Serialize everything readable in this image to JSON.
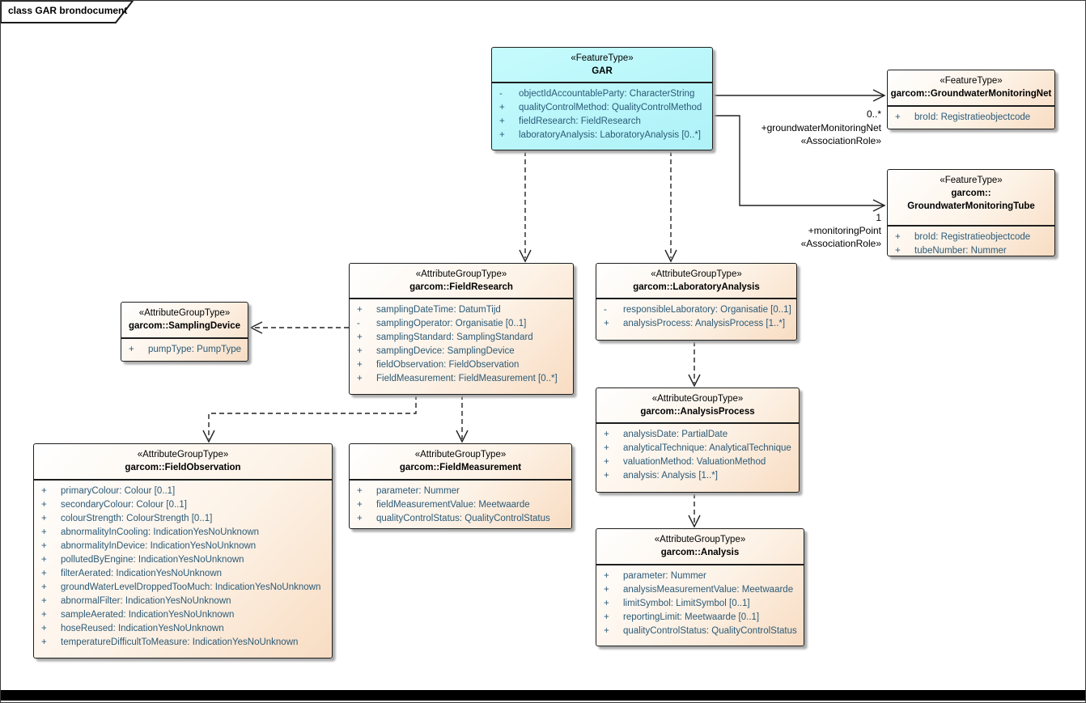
{
  "diagram": {
    "frame_title": "class GAR brondocument"
  },
  "colors": {
    "feature_type_header": "#b3f4f9",
    "attribute_group_fill": "#f8dcc2",
    "attribute_text": "#2b5a77"
  },
  "classes": {
    "gar": {
      "stereotype": "«FeatureType»",
      "name": "GAR",
      "attributes": [
        {
          "visibility": "-",
          "signature": "objectIdAccountableParty: CharacterString"
        },
        {
          "visibility": "+",
          "signature": "qualityControlMethod: QualityControlMethod"
        },
        {
          "visibility": "+",
          "signature": "fieldResearch: FieldResearch"
        },
        {
          "visibility": "+",
          "signature": "laboratoryAnalysis: LaboratoryAnalysis [0..*]"
        }
      ]
    },
    "net": {
      "stereotype": "«FeatureType»",
      "name": "garcom::GroundwaterMonitoringNet",
      "attributes": [
        {
          "visibility": "+",
          "signature": "broId: Registratieobjectcode"
        }
      ]
    },
    "tube": {
      "stereotype": "«FeatureType»",
      "name_line1": "garcom::",
      "name_line2": "GroundwaterMonitoringTube",
      "attributes": [
        {
          "visibility": "+",
          "signature": "broId: Registratieobjectcode"
        },
        {
          "visibility": "+",
          "signature": "tubeNumber: Nummer"
        }
      ]
    },
    "field_research": {
      "stereotype": "«AttributeGroupType»",
      "name": "garcom::FieldResearch",
      "attributes": [
        {
          "visibility": "+",
          "signature": "samplingDateTime: DatumTijd"
        },
        {
          "visibility": "-",
          "signature": "samplingOperator: Organisatie [0..1]"
        },
        {
          "visibility": "+",
          "signature": "samplingStandard: SamplingStandard"
        },
        {
          "visibility": "+",
          "signature": "samplingDevice: SamplingDevice"
        },
        {
          "visibility": "+",
          "signature": "fieldObservation: FieldObservation"
        },
        {
          "visibility": "+",
          "signature": "FieldMeasurement: FieldMeasurement [0..*]"
        }
      ]
    },
    "laboratory_analysis": {
      "stereotype": "«AttributeGroupType»",
      "name": "garcom::LaboratoryAnalysis",
      "attributes": [
        {
          "visibility": "-",
          "signature": "responsibleLaboratory: Organisatie [0..1]"
        },
        {
          "visibility": "+",
          "signature": "analysisProcess: AnalysisProcess [1..*]"
        }
      ]
    },
    "sampling_device": {
      "stereotype": "«AttributeGroupType»",
      "name": "garcom::SamplingDevice",
      "attributes": [
        {
          "visibility": "+",
          "signature": "pumpType: PumpType"
        }
      ]
    },
    "field_observation": {
      "stereotype": "«AttributeGroupType»",
      "name": "garcom::FieldObservation",
      "attributes": [
        {
          "visibility": "+",
          "signature": "primaryColour: Colour [0..1]"
        },
        {
          "visibility": "+",
          "signature": "secondaryColour: Colour [0..1]"
        },
        {
          "visibility": "+",
          "signature": "colourStrength: ColourStrength [0..1]"
        },
        {
          "visibility": "+",
          "signature": "abnormalityInCooling: IndicationYesNoUnknown"
        },
        {
          "visibility": "+",
          "signature": "abnormalityInDevice: IndicationYesNoUnknown"
        },
        {
          "visibility": "+",
          "signature": "pollutedByEngine: IndicationYesNoUnknown"
        },
        {
          "visibility": "+",
          "signature": "filterAerated: IndicationYesNoUnknown"
        },
        {
          "visibility": "+",
          "signature": "groundWaterLevelDroppedTooMuch: IndicationYesNoUnknown"
        },
        {
          "visibility": "+",
          "signature": "abnormalFilter: IndicationYesNoUnknown"
        },
        {
          "visibility": "+",
          "signature": "sampleAerated: IndicationYesNoUnknown"
        },
        {
          "visibility": "+",
          "signature": "hoseReused: IndicationYesNoUnknown"
        },
        {
          "visibility": "+",
          "signature": "temperatureDifficultToMeasure: IndicationYesNoUnknown"
        }
      ]
    },
    "field_measurement": {
      "stereotype": "«AttributeGroupType»",
      "name": "garcom::FieldMeasurement",
      "attributes": [
        {
          "visibility": "+",
          "signature": "parameter: Nummer"
        },
        {
          "visibility": "+",
          "signature": "fieldMeasurementValue: Meetwaarde"
        },
        {
          "visibility": "+",
          "signature": "qualityControlStatus: QualityControlStatus"
        }
      ]
    },
    "analysis_process": {
      "stereotype": "«AttributeGroupType»",
      "name": "garcom::AnalysisProcess",
      "attributes": [
        {
          "visibility": "+",
          "signature": "analysisDate: PartialDate"
        },
        {
          "visibility": "+",
          "signature": "analyticalTechnique: AnalyticalTechnique"
        },
        {
          "visibility": "+",
          "signature": "valuationMethod: ValuationMethod"
        },
        {
          "visibility": "+",
          "signature": "analysis: Analysis [1..*]"
        }
      ]
    },
    "analysis": {
      "stereotype": "«AttributeGroupType»",
      "name": "garcom::Analysis",
      "attributes": [
        {
          "visibility": "+",
          "signature": "parameter: Nummer"
        },
        {
          "visibility": "+",
          "signature": "analysisMeasurementValue: Meetwaarde"
        },
        {
          "visibility": "+",
          "signature": "limitSymbol: LimitSymbol [0..1]"
        },
        {
          "visibility": "+",
          "signature": "reportingLimit: Meetwaarde [0..1]"
        },
        {
          "visibility": "+",
          "signature": "qualityControlStatus: QualityControlStatus"
        }
      ]
    }
  },
  "associations": {
    "groundwater_monitoring_net": {
      "multiplicity": "0..*",
      "role": "+groundwaterMonitoringNet",
      "stereotype": "«AssociationRole»"
    },
    "monitoring_point": {
      "multiplicity": "1",
      "role": "+monitoringPoint",
      "stereotype": "«AssociationRole»"
    }
  }
}
